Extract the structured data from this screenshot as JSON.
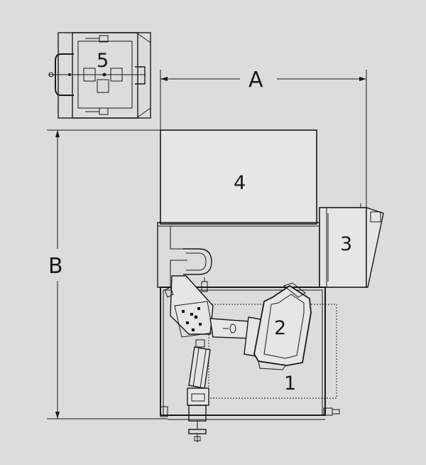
{
  "diagram": {
    "labels": {
      "station_1": "1",
      "station_2": "2",
      "station_3": "3",
      "station_4": "4",
      "station_5": "5",
      "dimension_a": "A",
      "dimension_b": "B"
    }
  }
}
